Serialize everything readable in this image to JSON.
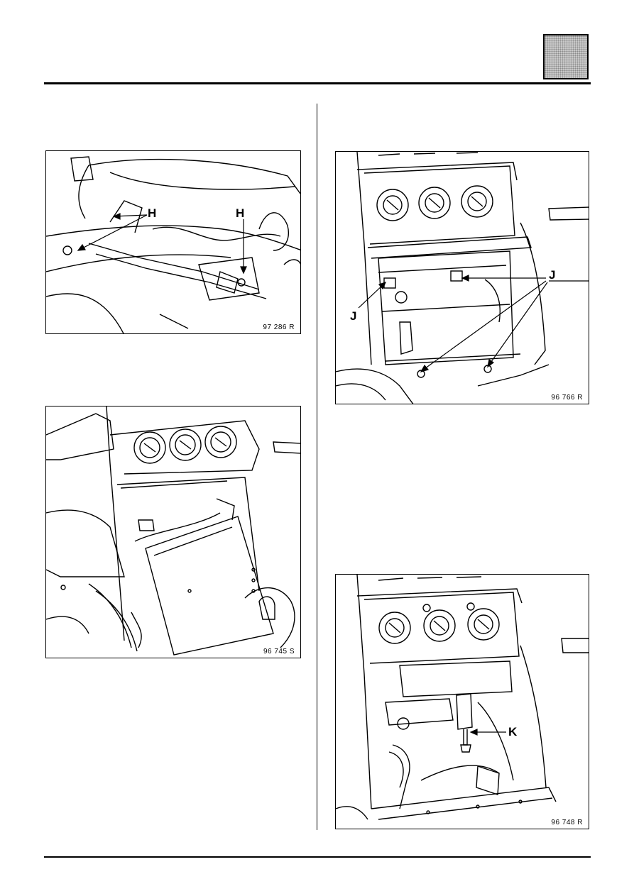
{
  "figures": [
    {
      "code": "97 286 R",
      "callouts": [
        "H",
        "H"
      ]
    },
    {
      "code": "96 745 S",
      "callouts": []
    },
    {
      "code": "96 766 R",
      "callouts": [
        "J",
        "J"
      ]
    },
    {
      "code": "96 748 R",
      "callouts": [
        "K"
      ]
    }
  ]
}
